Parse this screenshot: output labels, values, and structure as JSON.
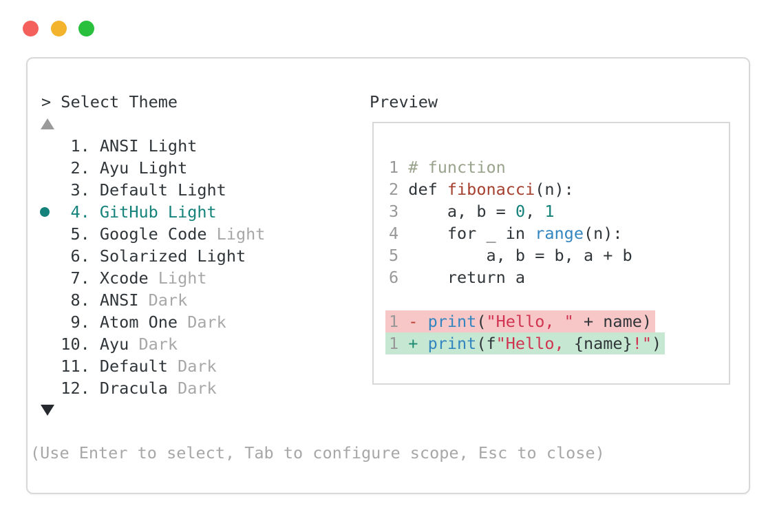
{
  "window": {
    "controls": [
      "close",
      "minimize",
      "zoom"
    ]
  },
  "colors": {
    "fg": "#303539",
    "muted": "#A7A7A7",
    "line_number": "#989898",
    "comment": "#9AA38C",
    "accent_teal": "#14827B",
    "blue": "#3385C0",
    "function_red": "#A5402F",
    "string_red": "#D03450",
    "minus_red": "#BE3A2F",
    "plus_green": "#1B8B73",
    "removed_bg": "#F7C7C7",
    "added_bg": "#C6E8D2",
    "panel_border": "#D8D8D8",
    "traffic_red": "#F4605C",
    "traffic_yellow": "#F3B32D",
    "traffic_green": "#29C03D",
    "scroll_up_gray": "#9A9A9A",
    "scroll_down_dark": "#26292E"
  },
  "theme_picker": {
    "prompt": "> Select Theme",
    "scroll_up_icon": "up-triangle",
    "scroll_down_icon": "down-triangle",
    "selected_index": 4,
    "items": [
      {
        "number": 1,
        "selected": false,
        "segs": [
          [
            "   1. ANSI Light",
            "fg"
          ]
        ]
      },
      {
        "number": 2,
        "selected": false,
        "segs": [
          [
            "   2. Ayu Light",
            "fg"
          ]
        ]
      },
      {
        "number": 3,
        "selected": false,
        "segs": [
          [
            "   3. Default Light",
            "fg"
          ]
        ]
      },
      {
        "number": 4,
        "selected": true,
        "segs": [
          [
            "   4. GitHub Light",
            "accent"
          ]
        ]
      },
      {
        "number": 5,
        "selected": false,
        "segs": [
          [
            "   5. Google Code ",
            "fg"
          ],
          [
            "Light",
            "muted"
          ]
        ]
      },
      {
        "number": 6,
        "selected": false,
        "segs": [
          [
            "   6. Solarized Light",
            "fg"
          ]
        ]
      },
      {
        "number": 7,
        "selected": false,
        "segs": [
          [
            "   7. Xcode ",
            "fg"
          ],
          [
            "Light",
            "muted"
          ]
        ]
      },
      {
        "number": 8,
        "selected": false,
        "segs": [
          [
            "   8. ANSI ",
            "fg"
          ],
          [
            "Dark",
            "muted"
          ]
        ]
      },
      {
        "number": 9,
        "selected": false,
        "segs": [
          [
            "   9. Atom One ",
            "fg"
          ],
          [
            "Dark",
            "muted"
          ]
        ]
      },
      {
        "number": 10,
        "selected": false,
        "segs": [
          [
            "  10. Ayu ",
            "fg"
          ],
          [
            "Dark",
            "muted"
          ]
        ]
      },
      {
        "number": 11,
        "selected": false,
        "segs": [
          [
            "  11. Default ",
            "fg"
          ],
          [
            "Dark",
            "muted"
          ]
        ]
      },
      {
        "number": 12,
        "selected": false,
        "segs": [
          [
            "  12. Dracula ",
            "fg"
          ],
          [
            "Dark",
            "muted"
          ]
        ]
      }
    ],
    "footer": "(Use Enter to select, Tab to configure scope, Esc to close)"
  },
  "preview": {
    "label": "Preview",
    "code_lines": [
      {
        "diff": null,
        "segs": [
          [
            "1 ",
            "ln"
          ],
          [
            "# function",
            "comment"
          ]
        ]
      },
      {
        "diff": null,
        "segs": [
          [
            "2 ",
            "ln"
          ],
          [
            "def ",
            "fg"
          ],
          [
            "fibonacci",
            "func"
          ],
          [
            "(n):",
            "fg"
          ]
        ]
      },
      {
        "diff": null,
        "segs": [
          [
            "3 ",
            "ln"
          ],
          [
            "    a, b = ",
            "fg"
          ],
          [
            "0",
            "num"
          ],
          [
            ", ",
            "fg"
          ],
          [
            "1",
            "num"
          ]
        ]
      },
      {
        "diff": null,
        "segs": [
          [
            "4 ",
            "ln"
          ],
          [
            "    for _ in ",
            "fg"
          ],
          [
            "range",
            "blue"
          ],
          [
            "(n):",
            "fg"
          ]
        ]
      },
      {
        "diff": null,
        "segs": [
          [
            "5 ",
            "ln"
          ],
          [
            "        a, b = b, a + b",
            "fg"
          ]
        ]
      },
      {
        "diff": null,
        "segs": [
          [
            "6 ",
            "ln"
          ],
          [
            "    return a",
            "fg"
          ]
        ]
      },
      {
        "diff": null,
        "segs": []
      },
      {
        "diff": "removed",
        "segs": [
          [
            "1 ",
            "ln"
          ],
          [
            "- ",
            "minus"
          ],
          [
            "print",
            "blue"
          ],
          [
            "(",
            "fg"
          ],
          [
            "\"Hello, \"",
            "string"
          ],
          [
            " + name)",
            "fg"
          ]
        ]
      },
      {
        "diff": "added",
        "segs": [
          [
            "1 ",
            "ln"
          ],
          [
            "+ ",
            "plus"
          ],
          [
            "print",
            "blue"
          ],
          [
            "(f",
            "fg"
          ],
          [
            "\"Hello, ",
            "string"
          ],
          [
            "{name}",
            "fg"
          ],
          [
            "!\"",
            "string"
          ],
          [
            ")",
            "fg"
          ]
        ]
      }
    ]
  }
}
